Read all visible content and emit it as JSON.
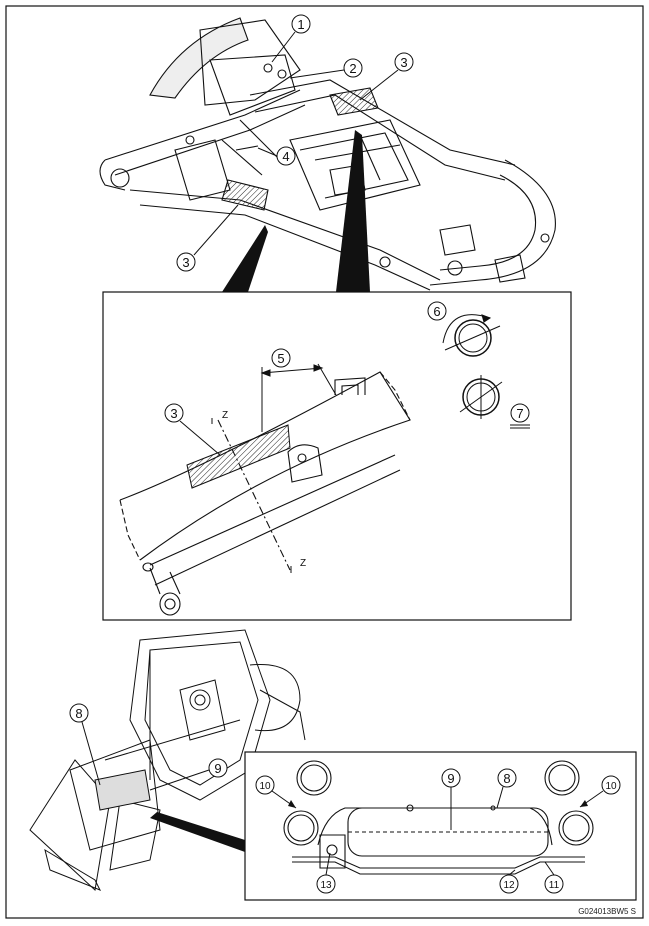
{
  "callouts": {
    "c1": "1",
    "c2": "2",
    "c3": "3",
    "c3b": "3",
    "c3c": "3",
    "c4": "4",
    "c5": "5",
    "c6": "6",
    "c7": "7",
    "c8": "8",
    "c8b": "8",
    "c9": "9",
    "c9b": "9",
    "c10": "10",
    "c10b": "10",
    "c11": "11",
    "c12": "12",
    "c13": "13"
  },
  "section": {
    "z_top": "Z",
    "z_bottom": "Z"
  },
  "figure_code": "G024013BW5  S"
}
